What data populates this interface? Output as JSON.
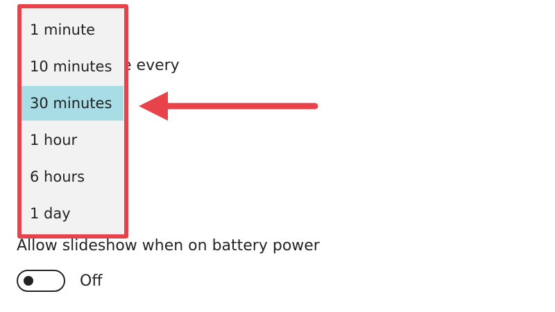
{
  "background": {
    "top_partial_label": "",
    "text_every": "e every",
    "slideshow_battery_label": "Allow slideshow when on battery power",
    "toggle_state_label": "Off"
  },
  "dropdown": {
    "items": [
      {
        "label": "1 minute"
      },
      {
        "label": "10 minutes"
      },
      {
        "label": "30 minutes",
        "selected": true
      },
      {
        "label": "1 hour"
      },
      {
        "label": "6 hours"
      },
      {
        "label": "1 day"
      }
    ]
  },
  "colors": {
    "highlight": "#e8424a",
    "selected_bg": "#a8dde6"
  }
}
